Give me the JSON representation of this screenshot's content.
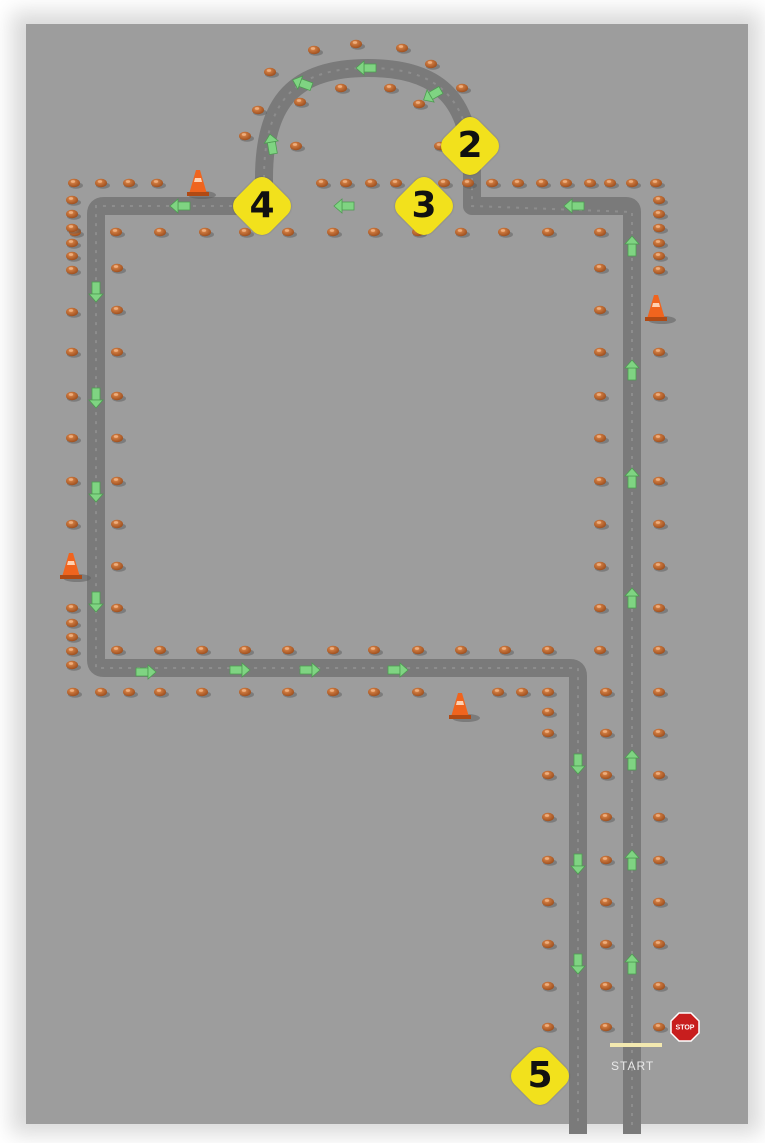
{
  "course": {
    "start_label": "START",
    "stop_sign_label": "STOP",
    "colors": {
      "surface": "#9d9d9d",
      "frame": "#e6e6e6",
      "track": "#7a7a7a",
      "arrow": "#7fd482",
      "cone": "#c86a2c",
      "traffic_cone": "#f0641e",
      "marker": "#f2e11c",
      "stop_sign": "#c81e1e",
      "start_line": "#f3e9b0"
    },
    "icons": [
      "cone-icon",
      "traffic-cone-icon",
      "direction-arrow-icon",
      "stop-sign-icon"
    ]
  },
  "markers": [
    {
      "id": "2",
      "label": "2"
    },
    {
      "id": "3",
      "label": "3"
    },
    {
      "id": "4",
      "label": "4"
    },
    {
      "id": "5",
      "label": "5"
    }
  ]
}
